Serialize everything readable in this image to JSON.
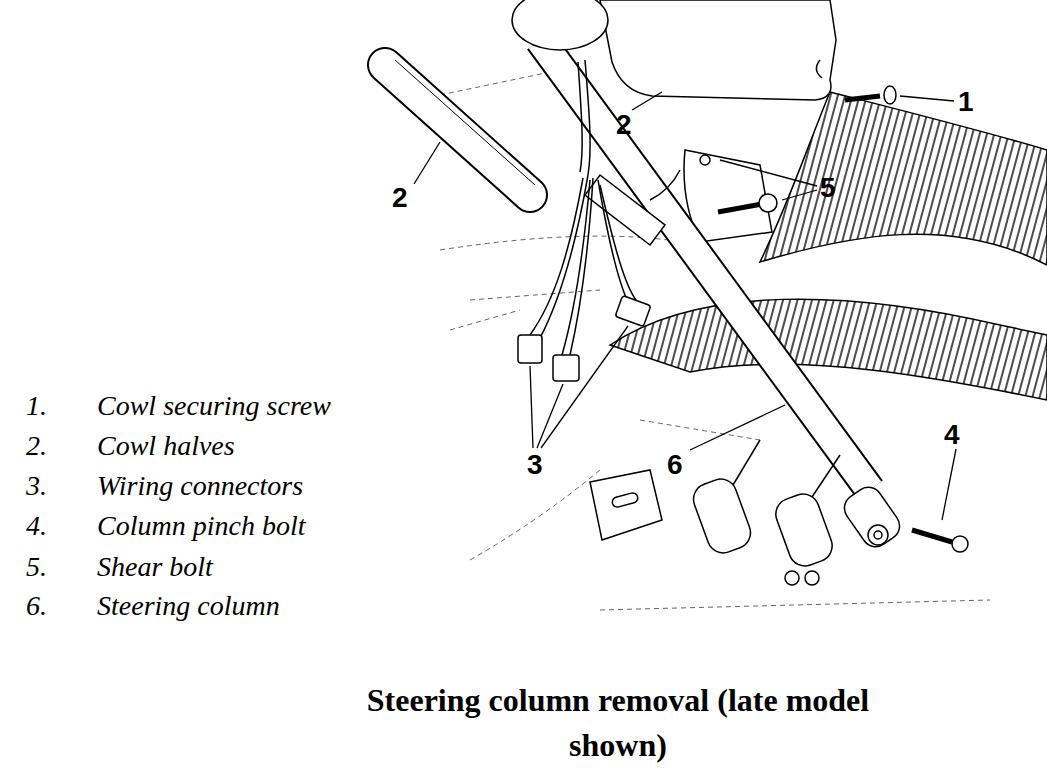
{
  "diagram": {
    "caption": "Steering column removal (late model shown)",
    "labels": [
      "1",
      "2",
      "2",
      "5",
      "4",
      "3",
      "6",
      "1.",
      "Cowl securing screw",
      "2.",
      "Cowl halves",
      "3.",
      "Wiring connectors",
      "4.",
      "Column pinch bolt",
      "5.",
      "Shear bolt",
      "6.",
      "Steering column"
    ]
  }
}
